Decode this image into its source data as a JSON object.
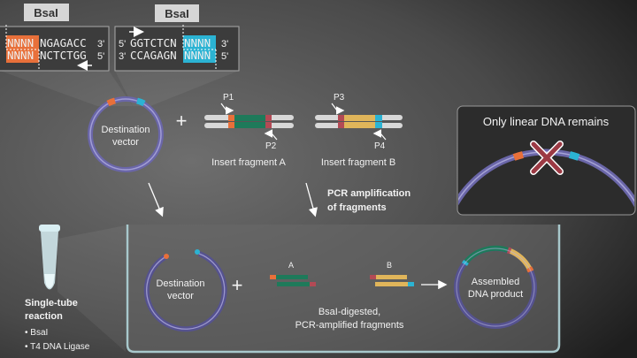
{
  "enzyme_labels": {
    "left": "BsaI",
    "right": "BsaI"
  },
  "left_site": {
    "top_overhang": "NNNN",
    "top_seq": "NGAGACC",
    "top_end": "3'",
    "bottom_overhang": "NNNN",
    "bottom_seq": "NCTCTGG",
    "bottom_end": "5'"
  },
  "right_site": {
    "top_start": "5'",
    "top_seq": "GGTCTCN",
    "top_overhang": "NNNN",
    "top_end": "3'",
    "bottom_start": "3'",
    "bottom_seq": "CCAGAGN",
    "bottom_overhang": "NNNN",
    "bottom_end": "5'"
  },
  "top_vector": {
    "line1": "Destination",
    "line2": "vector"
  },
  "plus": "+",
  "fragment_a": {
    "label": "Insert fragment A",
    "primer_fwd": "P1",
    "primer_rev": "P2"
  },
  "fragment_b": {
    "label": "Insert fragment B",
    "primer_fwd": "P3",
    "primer_rev": "P4"
  },
  "pcr_label": {
    "line1": "PCR amplification",
    "line2": "of fragments"
  },
  "linear_box": {
    "title": "Only linear DNA remains"
  },
  "reaction": {
    "title1": "Single-tube",
    "title2": "reaction",
    "items": [
      "• BsaI",
      "• T4 DNA Ligase"
    ]
  },
  "bottom": {
    "vector_line1": "Destination",
    "vector_line2": "vector",
    "frag_a_label": "A",
    "frag_b_label": "B",
    "caption1": "BsaI-digested,",
    "caption2": "PCR-amplified fragments",
    "product_line1": "Assembled",
    "product_line2": "DNA product"
  },
  "colors": {
    "orange": "#e8703a",
    "cyan": "#2bb3d3",
    "green": "#1e7a5a",
    "yellow": "#e0b55a",
    "red": "#b34a55",
    "vector": "#6a66a8",
    "tray": "#a8c8cc"
  }
}
